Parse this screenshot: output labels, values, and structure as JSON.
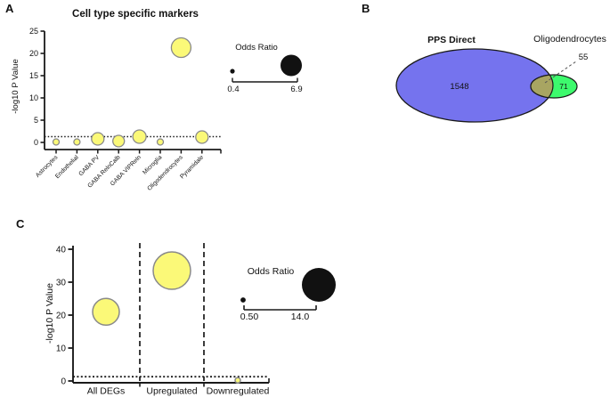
{
  "panels": {
    "a": {
      "letter": "A"
    },
    "b": {
      "letter": "B"
    },
    "c": {
      "letter": "C"
    }
  },
  "chart_data": [
    {
      "id": "cell-type-markers",
      "type": "scatter",
      "title": "Cell type specific markers",
      "ylabel": "-log10 P Value",
      "categories": [
        "Astrocytes",
        "Endothelial",
        "GABA PV",
        "GABA RelnCalb",
        "GABA VIPReln",
        "Microglia",
        "Oligodendrocytes",
        "Pyramidale"
      ],
      "values": [
        0.1,
        0.1,
        0.8,
        0.3,
        1.3,
        0.1,
        21.3,
        1.2
      ],
      "sizes": [
        3.5,
        3.5,
        7,
        6.5,
        7.5,
        3.5,
        11,
        7
      ],
      "ylim": [
        0,
        25
      ],
      "yticks": [
        0,
        5,
        10,
        15,
        20,
        25
      ],
      "threshold": 1.3,
      "grid": false,
      "bubble_color": "#fbf978",
      "legend": {
        "title": "Odds Ratio",
        "min_label": "0.4",
        "max_label": "6.9",
        "position": "right"
      }
    },
    {
      "id": "venn-overlap",
      "type": "venn",
      "sets": [
        {
          "label": "PPS Direct",
          "value": "1548",
          "color": "#7573ee"
        },
        {
          "label": "Oligodendrocytes",
          "value": "71",
          "color": "#3dfa6d"
        }
      ],
      "overlap": {
        "value": "55",
        "color": "#a8a562"
      }
    },
    {
      "id": "deg-enrichment",
      "type": "scatter",
      "title": "",
      "ylabel": "-log10 P Value",
      "categories": [
        "All DEGs",
        "Upregulated",
        "Downregulated"
      ],
      "values": [
        21,
        33.5,
        0.2
      ],
      "sizes": [
        15,
        21,
        3
      ],
      "ylim": [
        0,
        40
      ],
      "yticks": [
        0,
        10,
        20,
        30,
        40
      ],
      "threshold": 1.3,
      "grid": false,
      "bubble_color": "#fbf978",
      "legend": {
        "title": "Odds Ratio",
        "min_label": "0.50",
        "max_label": "14.0",
        "position": "right"
      }
    }
  ]
}
